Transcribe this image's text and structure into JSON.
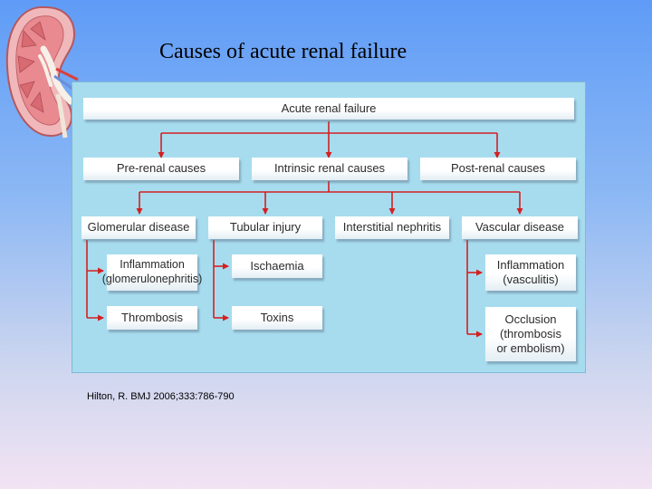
{
  "slide": {
    "title": "Causes of acute renal failure",
    "citation": "Hilton, R. BMJ 2006;333:786-790"
  },
  "diagram": {
    "root": "Acute renal failure",
    "level1": [
      "Pre-renal causes",
      "Intrinsic renal causes",
      "Post-renal causes"
    ],
    "level2": [
      "Glomerular disease",
      "Tubular injury",
      "Interstitial nephritis",
      "Vascular disease"
    ],
    "glomerular": [
      "Inflammation\n(glomerulonephritis)",
      "Thrombosis"
    ],
    "tubular": [
      "Ischaemia",
      "Toxins"
    ],
    "vascular": [
      "Inflammation\n(vasculitis)",
      "Occlusion\n(thrombosis\nor embolism)"
    ]
  },
  "colors": {
    "arrow": "#d42020",
    "panel": "#a7dcef"
  },
  "icons": [
    "kidney-icon"
  ]
}
